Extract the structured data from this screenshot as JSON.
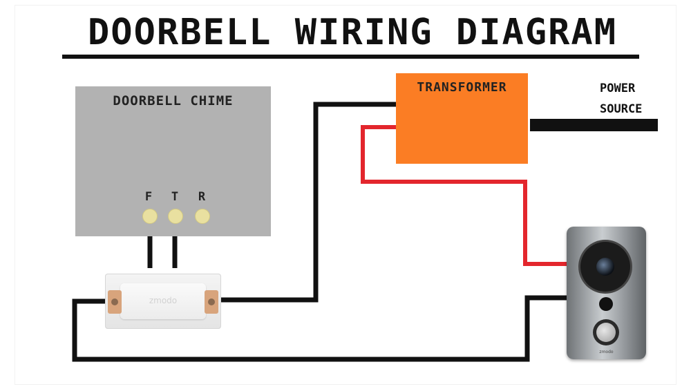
{
  "title": "DOORBELL WIRING DIAGRAM",
  "chime": {
    "label": "DOORBELL CHIME",
    "terminals": [
      "F",
      "T",
      "R"
    ],
    "unit_brand": "zmodo"
  },
  "transformer": {
    "label": "TRANSFORMER"
  },
  "power_source": {
    "line1": "POWER",
    "line2": "SOURCE"
  },
  "camera": {
    "brand": "zmodo"
  },
  "colors": {
    "transformer": "#fb7d24",
    "chime_box": "#b2b2b2",
    "wire_black": "#111111",
    "wire_red": "#e3262d"
  },
  "icons": [
    "doorbell-chime-unit-icon",
    "video-doorbell-icon"
  ]
}
